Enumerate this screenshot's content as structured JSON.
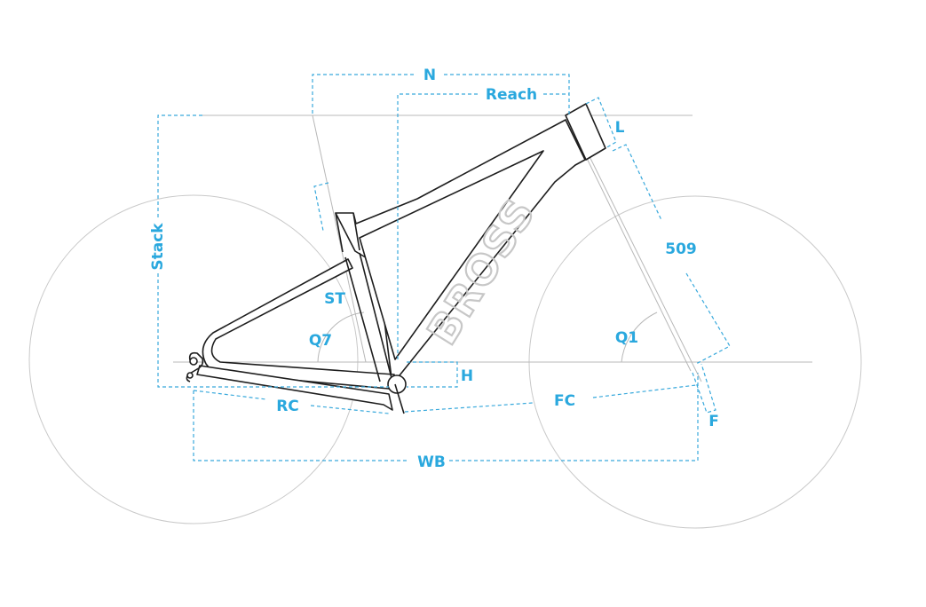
{
  "diagram": {
    "brand_text": "BROSS",
    "accent_color": "#39a9dc",
    "labels": {
      "n": "N",
      "reach": "Reach",
      "l": "L",
      "stack": "Stack",
      "fork_length": "509",
      "st": "ST",
      "q7": "Q7",
      "q1": "Q1",
      "h": "H",
      "rc": "RC",
      "fc": "FC",
      "f": "F",
      "wb": "WB"
    }
  }
}
